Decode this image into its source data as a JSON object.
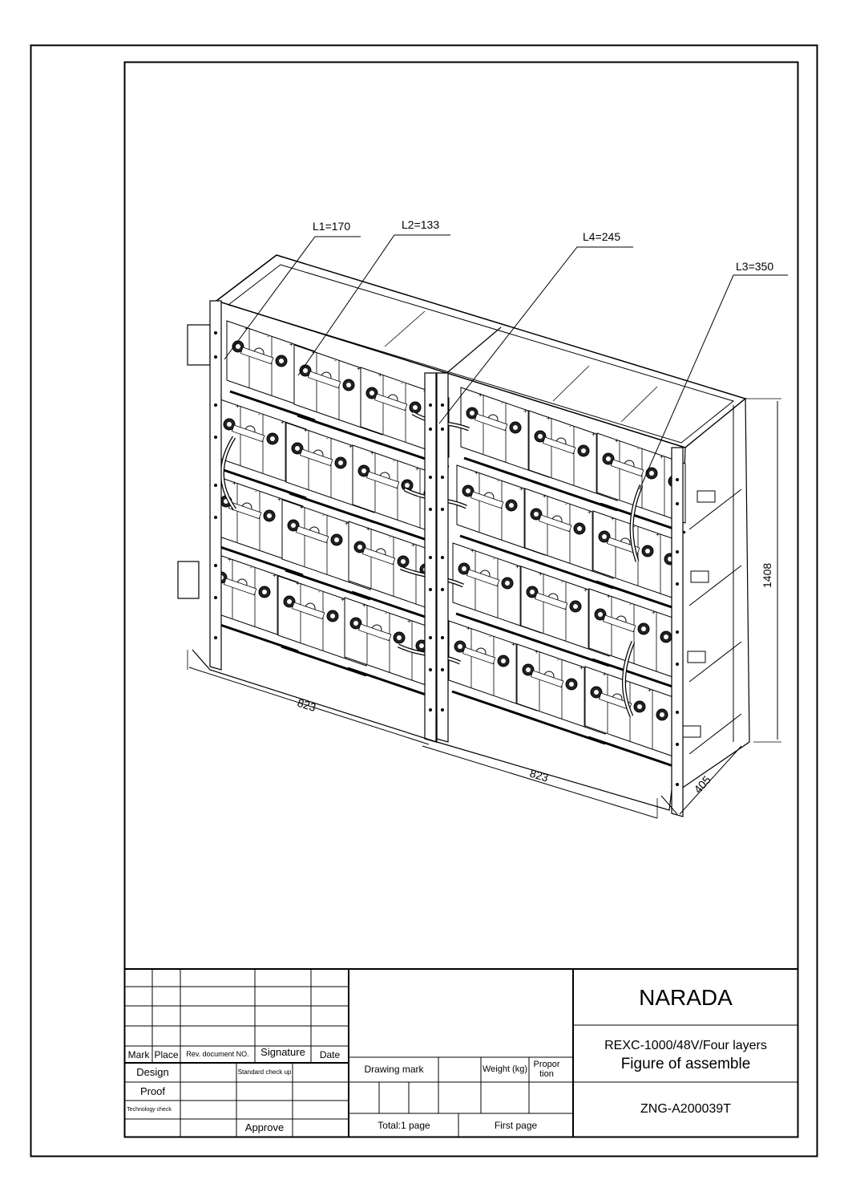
{
  "drawing": {
    "labels": {
      "l1": "L1=170",
      "l2": "L2=133",
      "l4": "L4=245",
      "l3": "L3=350"
    },
    "dims": {
      "width_left": "823",
      "width_right": "823",
      "height": "1408",
      "depth": "405"
    }
  },
  "title_block": {
    "company": "NARADA",
    "product_line1": "REXC-1000/48V/Four layers",
    "product_line2": "Figure of assemble",
    "doc_no": "ZNG-A200039T",
    "headers": {
      "mark": "Mark",
      "place": "Place",
      "rev_doc": "Rev. document NO.",
      "signature": "Signature",
      "date": "Date"
    },
    "rows": {
      "design": "Design",
      "standard": "Standard check up",
      "proof": "Proof",
      "technology": "Technology check",
      "approve": "Approve"
    },
    "info": {
      "drawing_mark": "Drawing mark",
      "weight": "Weight (kg)",
      "proportion": "Propor tion",
      "total": "Total:1 page",
      "first": "First page"
    }
  }
}
